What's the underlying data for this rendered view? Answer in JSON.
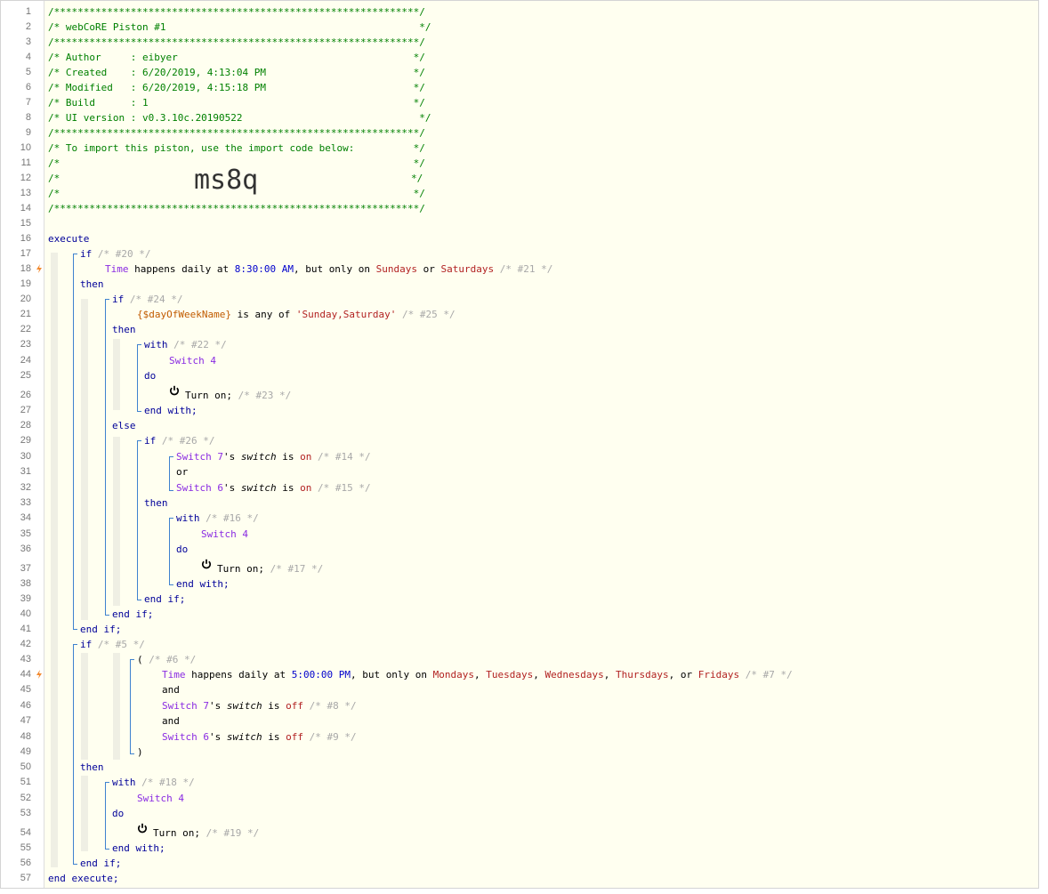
{
  "editor": {
    "header": {
      "border": "/**************************************************************/",
      "title": "/* webCoRE Piston #1                                           */",
      "author": "/* Author     : eibyer                                        */",
      "created": "/* Created    : 6/20/2019, 4:13:04 PM                         */",
      "modified": "/* Modified   : 6/20/2019, 4:15:18 PM                         */",
      "build": "/* Build      : 1                                             */",
      "ui_version": "/* UI version : v0.3.10c.20190522                              */",
      "import_hint": "/* To import this piston, use the import code below:          */",
      "blank_comment": "/*                                                            */",
      "comment_open": "/*",
      "comment_close": "*/",
      "import_code": "ms8q"
    },
    "kw": {
      "execute": "execute",
      "if": "if",
      "then": "then",
      "else": "else",
      "with": "with",
      "do": "do",
      "end_with": "end with;",
      "end_if": "end if;",
      "end_execute": "end execute;",
      "or": "or",
      "and": "and",
      "open_paren": "(",
      "close_paren": ")"
    },
    "ids": {
      "c20": "/* #20 */",
      "c21": "/* #21 */",
      "c24": "/* #24 */",
      "c25": "/* #25 */",
      "c22": "/* #22 */",
      "c23": "/* #23 */",
      "c26": "/* #26 */",
      "c14": "/* #14 */",
      "c15": "/* #15 */",
      "c16": "/* #16 */",
      "c17": "/* #17 */",
      "c5": "/* #5 */",
      "c6": "/* #6 */",
      "c7": "/* #7 */",
      "c8": "/* #8 */",
      "c9": "/* #9 */",
      "c18": "/* #18 */",
      "c19": "/* #19 */"
    },
    "trigger1": {
      "subject": "Time",
      "text1": " happens daily at ",
      "time": "8:30:00 AM",
      "text2": ", but only on ",
      "day1": "Sundays",
      "or": " or ",
      "day2": "Saturdays"
    },
    "cond_dow": {
      "variable": "{$dayOfWeekName}",
      "text": " is any of ",
      "value": "'Sunday,Saturday'"
    },
    "cond_sw7": {
      "device": "Switch 7",
      "poss": "'s ",
      "attr": "switch",
      "is": " is ",
      "on": "on",
      "off": "off"
    },
    "cond_sw6": {
      "device": "Switch 6",
      "poss": "'s ",
      "attr": "switch",
      "is": " is ",
      "on": "on",
      "off": "off"
    },
    "device_target": "Switch 4",
    "action": "Turn on;",
    "trigger2": {
      "subject": "Time",
      "text1": " happens daily at ",
      "time": "5:00:00 PM",
      "text2": ", but only on ",
      "d1": "Mondays",
      "d2": "Tuesdays",
      "d3": "Wednesdays",
      "d4": "Thursdays",
      "d5": "Fridays",
      "sep": ", ",
      "or": ", or "
    },
    "colors": {
      "comment": "#008000",
      "keyword": "#000099",
      "device": "#8a2be2",
      "number": "#0000cc",
      "value": "#b22222",
      "bracket": "#3f82cf",
      "trigger": "#f28a30"
    }
  }
}
